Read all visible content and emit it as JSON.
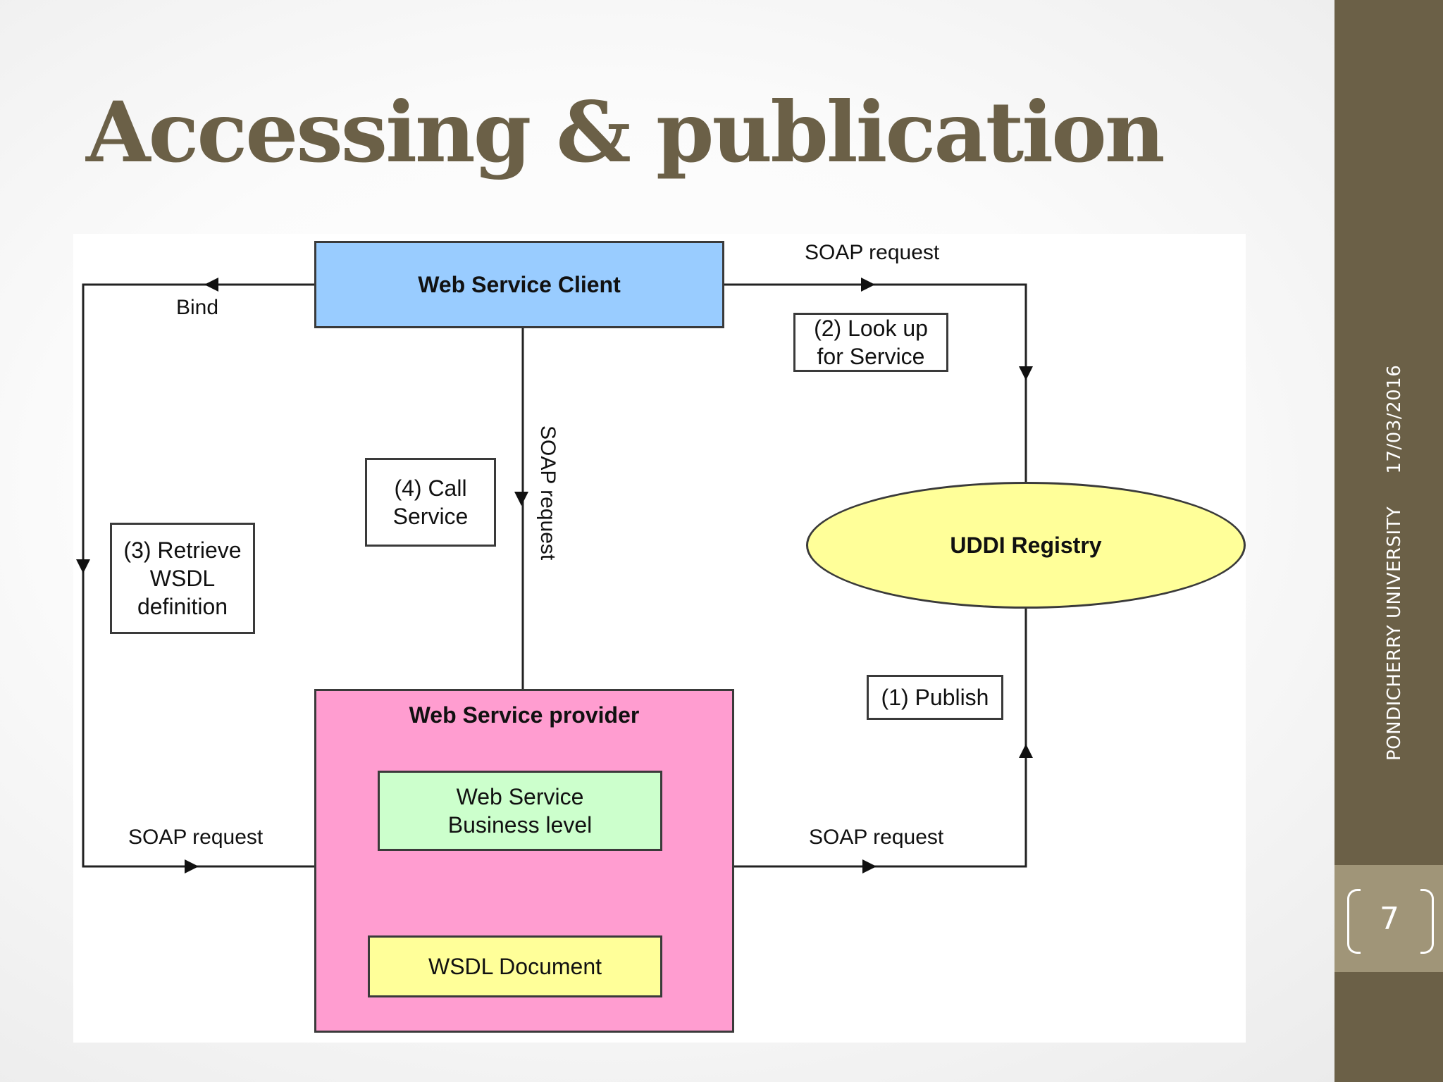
{
  "slide": {
    "title": "Accessing & publication",
    "footer_org": "PONDICHERRY UNIVERSITY",
    "footer_date": "17/03/2016",
    "page_number": "7"
  },
  "colors": {
    "title": "#6b6047",
    "sidebar": "#6b6047",
    "page_box": "#a09578",
    "client_box": "#99ccff",
    "provider_box": "#ff9dd0",
    "business_box": "#ccffcc",
    "wsdl_box": "#ffff99",
    "registry": "#ffff99"
  },
  "diagram": {
    "client": "Web Service Client",
    "provider": "Web Service provider",
    "business": "Web Service Business level",
    "wsdl_doc": "WSDL Document",
    "registry": "UDDI Registry",
    "step_publish": "(1) Publish",
    "step_lookup": "(2) Look up for Service",
    "step_retrieve": "(3) Retrieve WSDL definition",
    "step_call": "(4) Call Service",
    "bind": "Bind",
    "soap_top": "SOAP request",
    "soap_vertical": "SOAP request",
    "soap_bottom_left": "SOAP request",
    "soap_bottom_right": "SOAP request"
  }
}
